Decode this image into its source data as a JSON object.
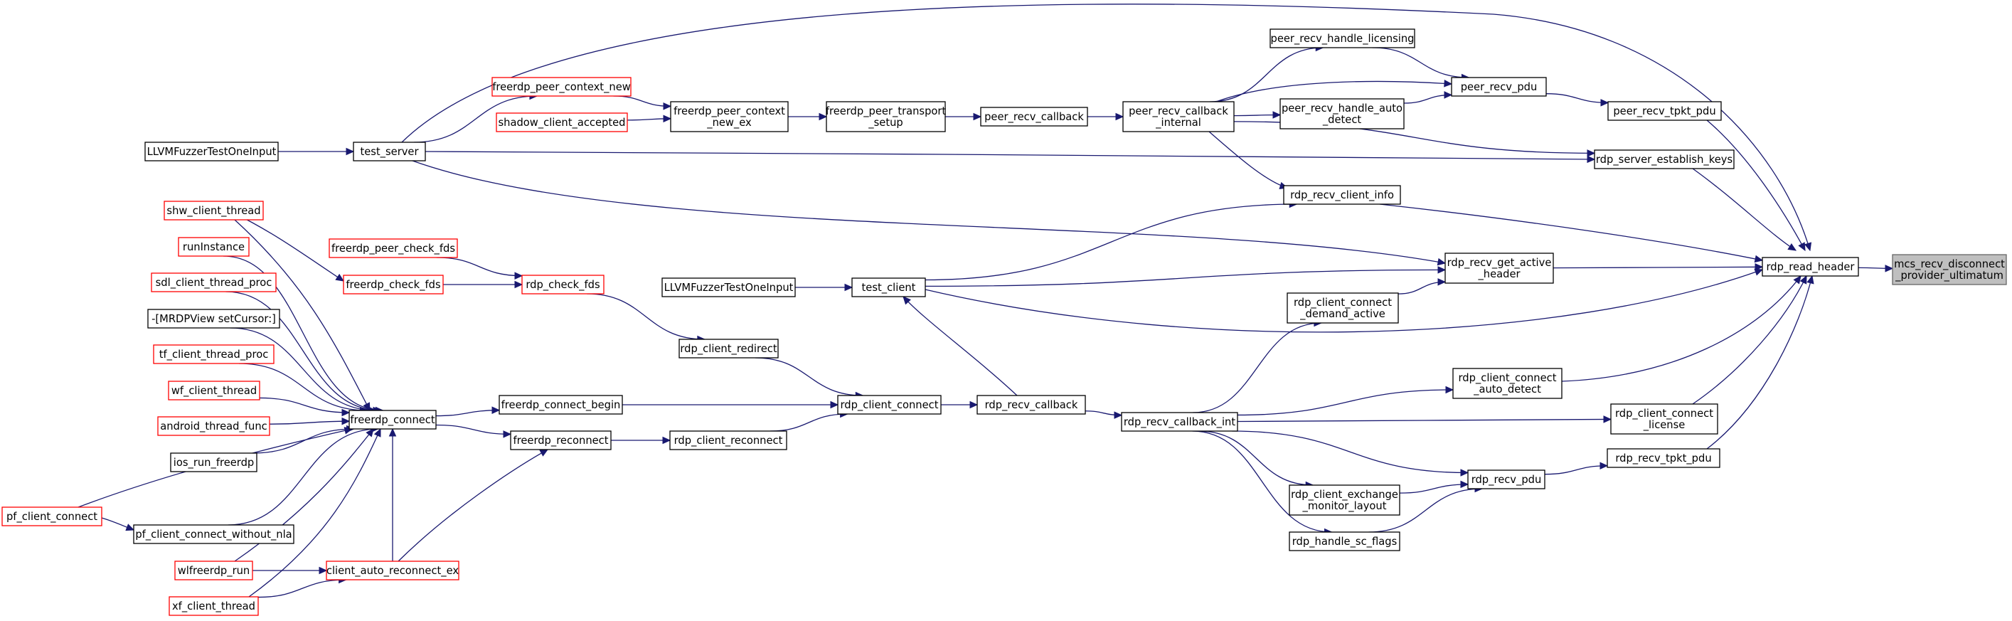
{
  "graph": {
    "root": "mcs_recv_disconnect_provider_ultimatum",
    "nodes": [
      {
        "id": "mcs_recv",
        "lines": [
          "mcs_recv_disconnect",
          "_provider_ultimatum"
        ],
        "style": "root"
      },
      {
        "id": "rdp_read_header",
        "lines": [
          "rdp_read_header"
        ],
        "style": "normal"
      },
      {
        "id": "peer_recv_handle_licensing",
        "lines": [
          "peer_recv_handle_licensing"
        ],
        "style": "normal"
      },
      {
        "id": "peer_recv_pdu",
        "lines": [
          "peer_recv_pdu"
        ],
        "style": "normal"
      },
      {
        "id": "peer_recv_tpkt_pdu",
        "lines": [
          "peer_recv_tpkt_pdu"
        ],
        "style": "normal"
      },
      {
        "id": "peer_recv_handle_auto_detect",
        "lines": [
          "peer_recv_handle_auto",
          "_detect"
        ],
        "style": "normal"
      },
      {
        "id": "peer_recv_callback_internal",
        "lines": [
          "peer_recv_callback",
          "_internal"
        ],
        "style": "normal"
      },
      {
        "id": "peer_recv_callback",
        "lines": [
          "peer_recv_callback"
        ],
        "style": "normal"
      },
      {
        "id": "freerdp_peer_transport_setup",
        "lines": [
          "freerdp_peer_transport",
          "_setup"
        ],
        "style": "normal"
      },
      {
        "id": "freerdp_peer_context_new_ex",
        "lines": [
          "freerdp_peer_context",
          "_new_ex"
        ],
        "style": "normal"
      },
      {
        "id": "freerdp_peer_context_new",
        "lines": [
          "freerdp_peer_context_new"
        ],
        "style": "red"
      },
      {
        "id": "shadow_client_accepted",
        "lines": [
          "shadow_client_accepted"
        ],
        "style": "red"
      },
      {
        "id": "test_server",
        "lines": [
          "test_server"
        ],
        "style": "normal"
      },
      {
        "id": "fuzz_server",
        "lines": [
          "LLVMFuzzerTestOneInput"
        ],
        "style": "normal"
      },
      {
        "id": "rdp_server_establish_keys",
        "lines": [
          "rdp_server_establish_keys"
        ],
        "style": "normal"
      },
      {
        "id": "rdp_recv_client_info",
        "lines": [
          "rdp_recv_client_info"
        ],
        "style": "normal"
      },
      {
        "id": "rdp_recv_get_active_header",
        "lines": [
          "rdp_recv_get_active",
          "_header"
        ],
        "style": "normal"
      },
      {
        "id": "rdp_client_connect_demand_active",
        "lines": [
          "rdp_client_connect",
          "_demand_active"
        ],
        "style": "normal"
      },
      {
        "id": "test_client",
        "lines": [
          "test_client"
        ],
        "style": "normal"
      },
      {
        "id": "fuzz_client",
        "lines": [
          "LLVMFuzzerTestOneInput"
        ],
        "style": "normal"
      },
      {
        "id": "rdp_client_connect_auto_detect",
        "lines": [
          "rdp_client_connect",
          "_auto_detect"
        ],
        "style": "normal"
      },
      {
        "id": "rdp_client_connect_license",
        "lines": [
          "rdp_client_connect",
          "_license"
        ],
        "style": "normal"
      },
      {
        "id": "rdp_recv_tpkt_pdu",
        "lines": [
          "rdp_recv_tpkt_pdu"
        ],
        "style": "normal"
      },
      {
        "id": "rdp_recv_pdu",
        "lines": [
          "rdp_recv_pdu"
        ],
        "style": "normal"
      },
      {
        "id": "rdp_client_exchange_monitor_layout",
        "lines": [
          "rdp_client_exchange",
          "_monitor_layout"
        ],
        "style": "normal"
      },
      {
        "id": "rdp_handle_sc_flags",
        "lines": [
          "rdp_handle_sc_flags"
        ],
        "style": "normal"
      },
      {
        "id": "rdp_recv_callback_int",
        "lines": [
          "rdp_recv_callback_int"
        ],
        "style": "normal"
      },
      {
        "id": "rdp_recv_callback",
        "lines": [
          "rdp_recv_callback"
        ],
        "style": "normal"
      },
      {
        "id": "rdp_client_connect",
        "lines": [
          "rdp_client_connect"
        ],
        "style": "normal"
      },
      {
        "id": "rdp_client_redirect",
        "lines": [
          "rdp_client_redirect"
        ],
        "style": "normal"
      },
      {
        "id": "rdp_check_fds",
        "lines": [
          "rdp_check_fds"
        ],
        "style": "red"
      },
      {
        "id": "freerdp_peer_check_fds",
        "lines": [
          "freerdp_peer_check_fds"
        ],
        "style": "red"
      },
      {
        "id": "freerdp_check_fds",
        "lines": [
          "freerdp_check_fds"
        ],
        "style": "red"
      },
      {
        "id": "freerdp_connect_begin",
        "lines": [
          "freerdp_connect_begin"
        ],
        "style": "normal"
      },
      {
        "id": "freerdp_reconnect",
        "lines": [
          "freerdp_reconnect"
        ],
        "style": "normal"
      },
      {
        "id": "rdp_client_reconnect",
        "lines": [
          "rdp_client_reconnect"
        ],
        "style": "normal"
      },
      {
        "id": "freerdp_connect",
        "lines": [
          "freerdp_connect"
        ],
        "style": "normal"
      },
      {
        "id": "client_auto_reconnect_ex",
        "lines": [
          "client_auto_reconnect_ex"
        ],
        "style": "red"
      },
      {
        "id": "shw_client_thread",
        "lines": [
          "shw_client_thread"
        ],
        "style": "red"
      },
      {
        "id": "runInstance",
        "lines": [
          "runInstance"
        ],
        "style": "red"
      },
      {
        "id": "sdl_client_thread_proc",
        "lines": [
          "sdl_client_thread_proc"
        ],
        "style": "red"
      },
      {
        "id": "mrdpview_setcursor",
        "lines": [
          "-[MRDPView setCursor:]"
        ],
        "style": "normal"
      },
      {
        "id": "tf_client_thread_proc",
        "lines": [
          "tf_client_thread_proc"
        ],
        "style": "red"
      },
      {
        "id": "wf_client_thread",
        "lines": [
          "wf_client_thread"
        ],
        "style": "red"
      },
      {
        "id": "android_thread_func",
        "lines": [
          "android_thread_func"
        ],
        "style": "red"
      },
      {
        "id": "ios_run_freerdp",
        "lines": [
          "ios_run_freerdp"
        ],
        "style": "normal"
      },
      {
        "id": "pf_client_connect",
        "lines": [
          "pf_client_connect"
        ],
        "style": "red"
      },
      {
        "id": "pf_client_connect_without_nla",
        "lines": [
          "pf_client_connect_without_nla"
        ],
        "style": "normal"
      },
      {
        "id": "wlfreerdp_run",
        "lines": [
          "wlfreerdp_run"
        ],
        "style": "red"
      },
      {
        "id": "xf_client_thread",
        "lines": [
          "xf_client_thread"
        ],
        "style": "red"
      }
    ],
    "edges": [
      [
        "rdp_read_header",
        "mcs_recv"
      ],
      [
        "peer_recv_handle_licensing",
        "peer_recv_pdu"
      ],
      [
        "peer_recv_tpkt_pdu",
        "rdp_read_header"
      ],
      [
        "peer_recv_pdu",
        "peer_recv_tpkt_pdu"
      ],
      [
        "peer_recv_handle_auto_detect",
        "peer_recv_pdu"
      ],
      [
        "peer_recv_callback_internal",
        "peer_recv_handle_licensing"
      ],
      [
        "peer_recv_callback_internal",
        "peer_recv_pdu"
      ],
      [
        "peer_recv_callback_internal",
        "peer_recv_handle_auto_detect"
      ],
      [
        "peer_recv_callback_internal",
        "rdp_server_establish_keys"
      ],
      [
        "peer_recv_callback_internal",
        "rdp_recv_client_info"
      ],
      [
        "peer_recv_callback",
        "peer_recv_callback_internal"
      ],
      [
        "freerdp_peer_transport_setup",
        "peer_recv_callback"
      ],
      [
        "freerdp_peer_context_new_ex",
        "freerdp_peer_transport_setup"
      ],
      [
        "freerdp_peer_context_new",
        "freerdp_peer_context_new_ex"
      ],
      [
        "shadow_client_accepted",
        "freerdp_peer_context_new_ex"
      ],
      [
        "test_server",
        "freerdp_peer_context_new"
      ],
      [
        "test_server",
        "rdp_read_header"
      ],
      [
        "test_server",
        "rdp_server_establish_keys"
      ],
      [
        "test_server",
        "rdp_recv_get_active_header"
      ],
      [
        "fuzz_server",
        "test_server"
      ],
      [
        "rdp_server_establish_keys",
        "rdp_read_header"
      ],
      [
        "rdp_recv_client_info",
        "rdp_read_header"
      ],
      [
        "rdp_recv_get_active_header",
        "rdp_read_header"
      ],
      [
        "rdp_client_connect_demand_active",
        "rdp_recv_get_active_header"
      ],
      [
        "test_client",
        "rdp_recv_client_info"
      ],
      [
        "test_client",
        "rdp_recv_get_active_header"
      ],
      [
        "test_client",
        "rdp_read_header"
      ],
      [
        "fuzz_client",
        "test_client"
      ],
      [
        "rdp_client_connect_auto_detect",
        "rdp_read_header"
      ],
      [
        "rdp_client_connect_license",
        "rdp_read_header"
      ],
      [
        "rdp_recv_tpkt_pdu",
        "rdp_read_header"
      ],
      [
        "rdp_recv_pdu",
        "rdp_recv_tpkt_pdu"
      ],
      [
        "rdp_client_exchange_monitor_layout",
        "rdp_recv_pdu"
      ],
      [
        "rdp_handle_sc_flags",
        "rdp_recv_pdu"
      ],
      [
        "rdp_recv_callback_int",
        "rdp_client_connect_demand_active"
      ],
      [
        "rdp_recv_callback_int",
        "rdp_client_connect_auto_detect"
      ],
      [
        "rdp_recv_callback_int",
        "rdp_client_connect_license"
      ],
      [
        "rdp_recv_callback_int",
        "rdp_recv_pdu"
      ],
      [
        "rdp_recv_callback_int",
        "rdp_client_exchange_monitor_layout"
      ],
      [
        "rdp_recv_callback_int",
        "rdp_handle_sc_flags"
      ],
      [
        "rdp_recv_callback",
        "rdp_recv_callback_int"
      ],
      [
        "rdp_recv_callback",
        "test_client"
      ],
      [
        "rdp_client_connect",
        "rdp_recv_callback"
      ],
      [
        "rdp_client_redirect",
        "rdp_client_connect"
      ],
      [
        "rdp_check_fds",
        "rdp_client_redirect"
      ],
      [
        "freerdp_peer_check_fds",
        "rdp_check_fds"
      ],
      [
        "freerdp_check_fds",
        "rdp_check_fds"
      ],
      [
        "freerdp_connect_begin",
        "rdp_client_connect"
      ],
      [
        "rdp_client_reconnect",
        "rdp_client_connect"
      ],
      [
        "freerdp_reconnect",
        "rdp_client_reconnect"
      ],
      [
        "freerdp_connect",
        "freerdp_connect_begin"
      ],
      [
        "freerdp_connect",
        "freerdp_reconnect"
      ],
      [
        "client_auto_reconnect_ex",
        "freerdp_reconnect"
      ],
      [
        "client_auto_reconnect_ex",
        "freerdp_connect"
      ],
      [
        "shw_client_thread",
        "freerdp_check_fds"
      ],
      [
        "shw_client_thread",
        "freerdp_connect"
      ],
      [
        "runInstance",
        "freerdp_connect"
      ],
      [
        "sdl_client_thread_proc",
        "freerdp_connect"
      ],
      [
        "mrdpview_setcursor",
        "freerdp_connect"
      ],
      [
        "tf_client_thread_proc",
        "freerdp_connect"
      ],
      [
        "wf_client_thread",
        "freerdp_connect"
      ],
      [
        "android_thread_func",
        "freerdp_connect"
      ],
      [
        "ios_run_freerdp",
        "freerdp_connect"
      ],
      [
        "pf_client_connect",
        "freerdp_connect"
      ],
      [
        "pf_client_connect",
        "pf_client_connect_without_nla"
      ],
      [
        "pf_client_connect_without_nla",
        "freerdp_connect"
      ],
      [
        "wlfreerdp_run",
        "client_auto_reconnect_ex"
      ],
      [
        "wlfreerdp_run",
        "freerdp_connect"
      ],
      [
        "xf_client_thread",
        "client_auto_reconnect_ex"
      ],
      [
        "xf_client_thread",
        "freerdp_connect"
      ]
    ]
  },
  "colors": {
    "edge": "#191970",
    "normal_border": "#000000",
    "red_border": "#ff0000",
    "root_fill": "#bfbfbf",
    "root_border": "#666666"
  }
}
